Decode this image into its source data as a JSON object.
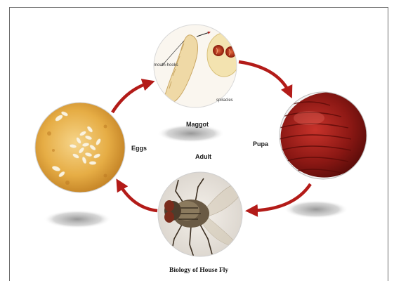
{
  "diagram": {
    "stages": [
      {
        "id": "maggot",
        "label": "Maggot"
      },
      {
        "id": "pupa",
        "label": "Pupa"
      },
      {
        "id": "adult",
        "label": "Adult"
      },
      {
        "id": "eggs",
        "label": "Eggs"
      }
    ],
    "annotations": {
      "mouth_hooks": "mouth-hooks",
      "spiracles": "spiracles"
    },
    "caption": "Biology of House Fly",
    "colors": {
      "arrow": "#b31b18",
      "pupa": "#8e1a16",
      "egg_bg": "#e7b14a",
      "shadow": "#9a9a9a"
    }
  }
}
